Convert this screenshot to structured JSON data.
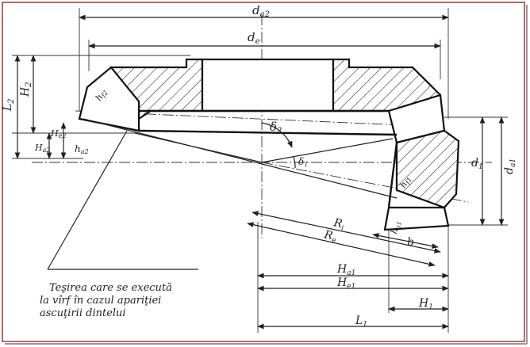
{
  "labels": {
    "da2": "d",
    "da2_sub": "a2",
    "de": "d",
    "de_sub": "e",
    "L2": "L",
    "L2_sub": "2",
    "H2": "H",
    "H2_sub": "2",
    "Ha2": "H",
    "Ha2_sub": "a2",
    "He2": "H",
    "He2_sub": "e2",
    "ha2": "h",
    "ha2_sub": "a2",
    "hf2": "h",
    "hf2_sub": "f2",
    "delta2": "δ",
    "delta2_sub": "2",
    "delta1": "δ",
    "delta1_sub": "1",
    "d1": "d",
    "d1_sub": "1",
    "da1": "d",
    "da1_sub": "a1",
    "hf1": "h",
    "hf1_sub": "f1",
    "ha1": "h",
    "ha1_sub": "a1",
    "Ri": "R",
    "Ri_sub": "i",
    "Re": "R",
    "Re_sub": "e",
    "b": "b",
    "Ha1": "H",
    "Ha1_sub": "a1",
    "He1": "H",
    "He1_sub": "e1",
    "H1": "H",
    "H1_sub": "1",
    "L1": "L",
    "L1_sub": "1"
  },
  "note": {
    "line1": "Teşirea care se execută",
    "line2": "la vîrf în cazul apariţiei",
    "line3": "ascuţirii dintelui"
  },
  "colors": {
    "frame": "#8b1a1a",
    "ink": "#222222"
  }
}
